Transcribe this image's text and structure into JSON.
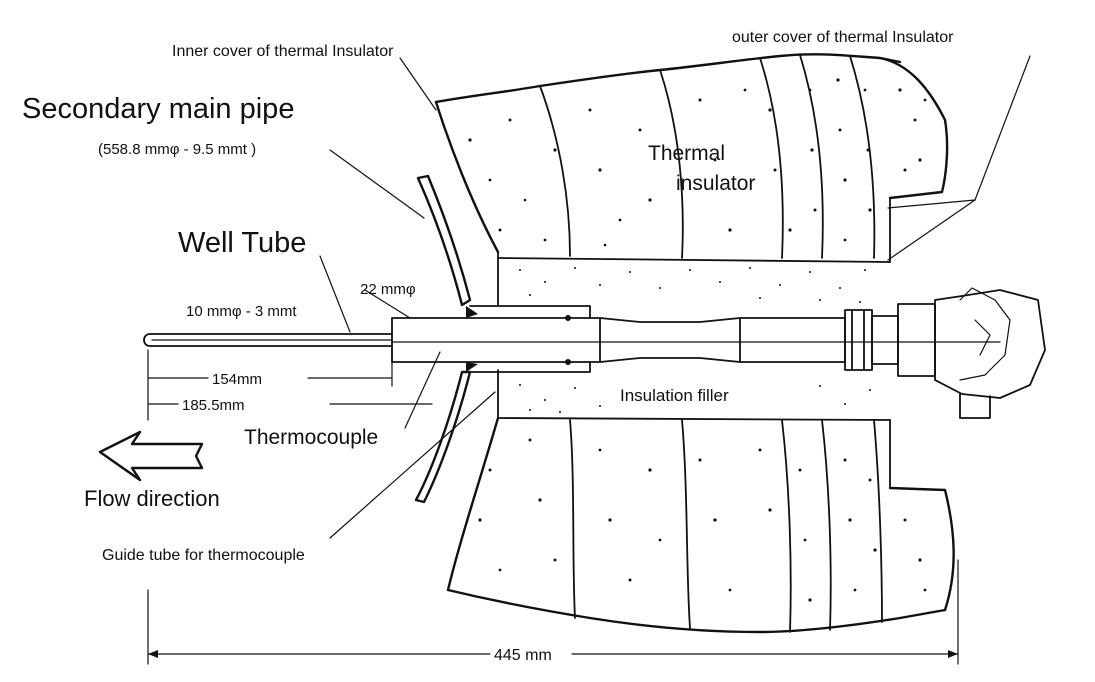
{
  "labels": {
    "inner_cover": "Inner cover of thermal Insulator",
    "outer_cover": "outer cover of thermal Insulator",
    "secondary_pipe": "Secondary main pipe",
    "pipe_dims": "(558.8 mmφ - 9.5 mmt )",
    "thermal_insulator_1": "Thermal",
    "thermal_insulator_2": "insulator",
    "well_tube": "Well Tube",
    "tube_dia_22": "22 mmφ",
    "tube_dims_10": "10 mmφ - 3 mmt",
    "dim_154": "154mm",
    "dim_185": "185.5mm",
    "thermocouple": "Thermocouple",
    "insulation_filler": "Insulation filler",
    "flow_direction": "Flow direction",
    "guide_tube": "Guide tube for thermocouple",
    "dim_445": "445 mm"
  }
}
